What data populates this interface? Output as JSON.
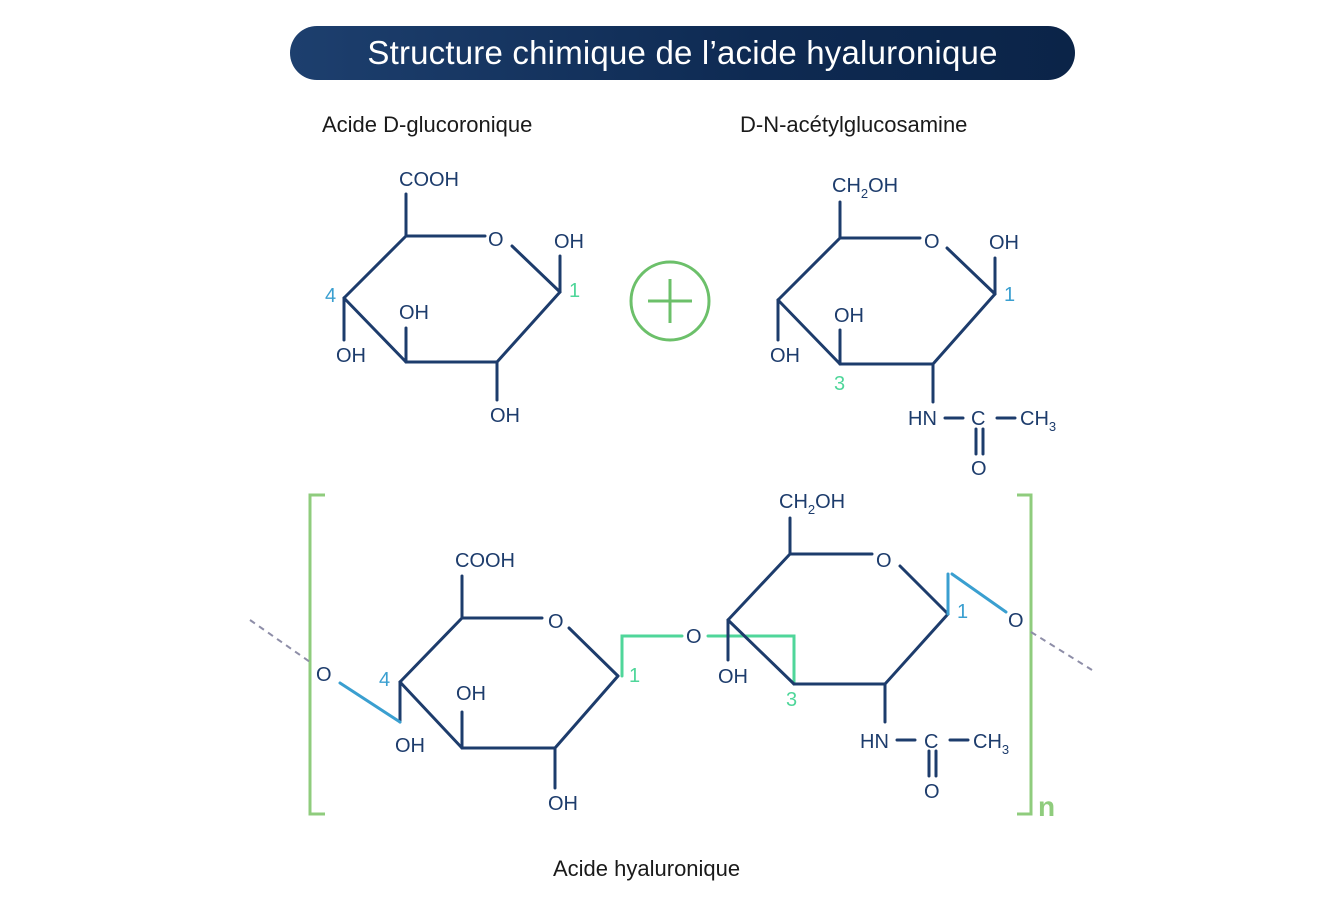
{
  "title": "Structure chimique de l’acide hyaluronique",
  "labels": {
    "glucuronic": "Acide D-glucoronique",
    "glucosamine": "D-N-acétylglucosamine",
    "hyaluronic": "Acide hyaluronique"
  },
  "groups": {
    "cooh": "COOH",
    "oh": "OH",
    "o": "O",
    "ch2": "CH",
    "ch2_sub": "2",
    "ch2_oh": "OH",
    "hn": "HN",
    "c": "C",
    "ch3": "CH",
    "ch3_sub": "3"
  },
  "positions": {
    "one": "1",
    "three": "3",
    "four": "4"
  },
  "repeat_symbol": "n",
  "colors": {
    "bond": "#1d3c6c",
    "pos4": "#3a9fd0",
    "link": "#4fd69a",
    "bracket": "#8fcc7d",
    "plus": "#6cc06a",
    "title_bg": "#0e2a52"
  }
}
